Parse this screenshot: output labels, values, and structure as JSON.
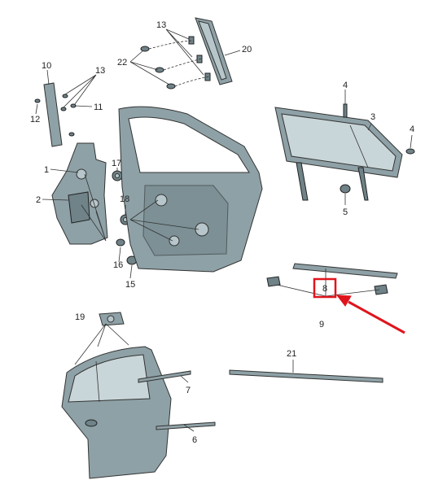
{
  "callouts": {
    "c1": "1",
    "c2": "2",
    "c3": "3",
    "c4a": "4",
    "c4b": "4",
    "c5": "5",
    "c6": "6",
    "c7": "7",
    "c8": "8",
    "c9": "9",
    "c10": "10",
    "c11": "11",
    "c12": "12",
    "c13a": "13",
    "c13b": "13",
    "c15": "15",
    "c16": "16",
    "c17": "17",
    "c18": "18",
    "c19": "19",
    "c20": "20",
    "c21": "21",
    "c22": "22"
  },
  "highlight": {
    "label": "8",
    "box_color": "#e0141c",
    "arrow_color": "#e0141c"
  },
  "colors": {
    "part": "#8ea1a6",
    "line": "#333333"
  }
}
